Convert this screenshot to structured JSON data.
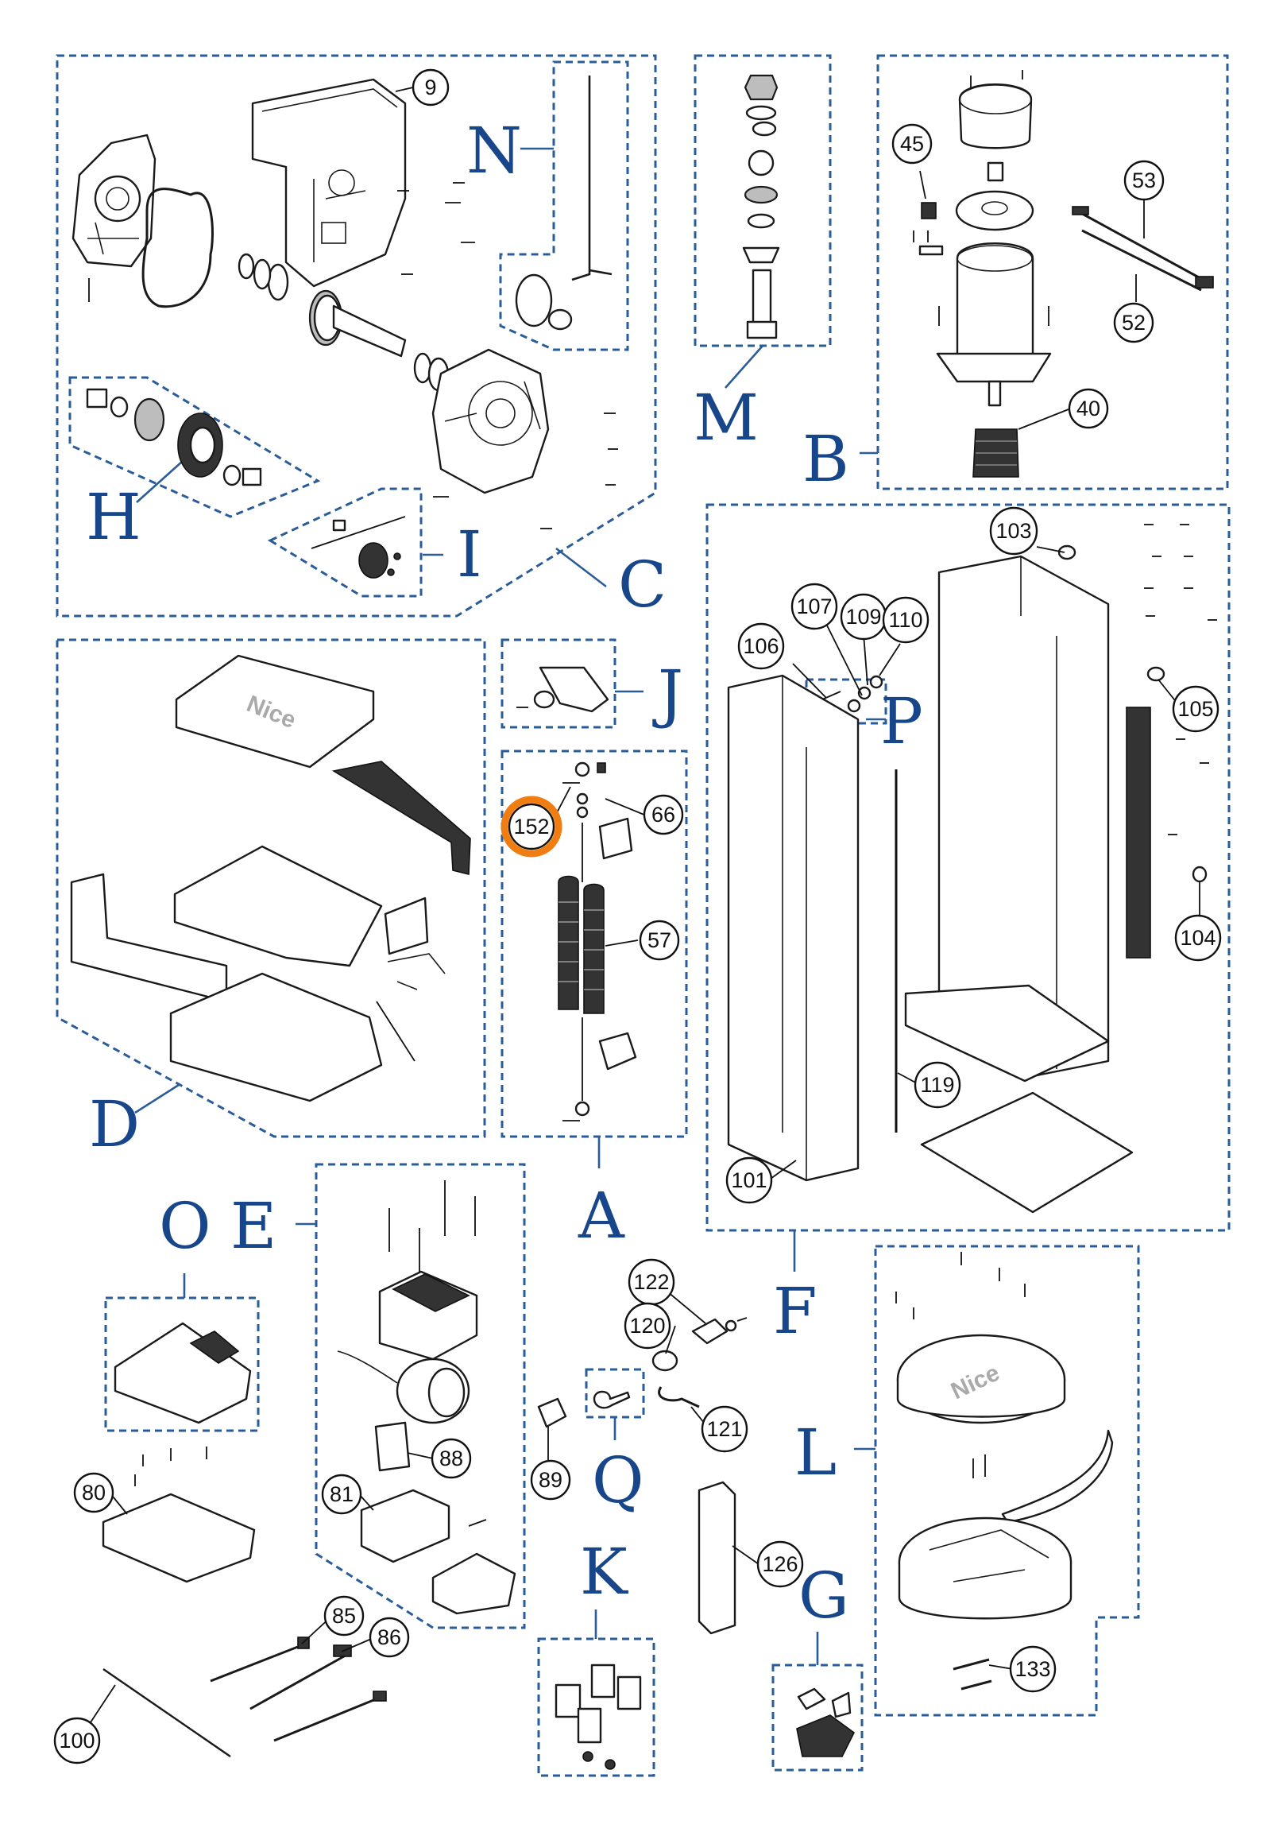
{
  "diagram": {
    "brand_text": "Nice",
    "groups": [
      {
        "letter": "A"
      },
      {
        "letter": "B"
      },
      {
        "letter": "C"
      },
      {
        "letter": "D"
      },
      {
        "letter": "E"
      },
      {
        "letter": "F"
      },
      {
        "letter": "G"
      },
      {
        "letter": "H"
      },
      {
        "letter": "I"
      },
      {
        "letter": "J"
      },
      {
        "letter": "K"
      },
      {
        "letter": "L"
      },
      {
        "letter": "M"
      },
      {
        "letter": "N"
      },
      {
        "letter": "O"
      },
      {
        "letter": "P"
      },
      {
        "letter": "Q"
      }
    ],
    "part_numbers": [
      "9",
      "45",
      "53",
      "52",
      "40",
      "103",
      "107",
      "109",
      "110",
      "106",
      "105",
      "104",
      "152",
      "66",
      "57",
      "119",
      "101",
      "122",
      "120",
      "121",
      "89",
      "126",
      "88",
      "81",
      "80",
      "85",
      "86",
      "100",
      "133"
    ],
    "highlighted_part": "152",
    "highlight_color": "#f07d12",
    "group_color": "#2b5c9a"
  }
}
